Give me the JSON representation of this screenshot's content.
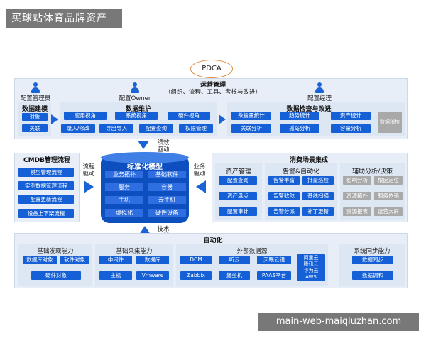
{
  "watermark_top": "买球站体育品牌资产",
  "watermark_bottom": "main-web-maiqiuzhan.com",
  "pdca": "PDCA",
  "ops": {
    "title": "运营管理",
    "subtitle": "（组织、流程、工具、考核与改进）",
    "roles": [
      "配置管理员",
      "配置Owner",
      "配置经理"
    ],
    "modeling": {
      "title": "数据建模",
      "items": [
        "对象",
        "关联"
      ]
    },
    "maintain": {
      "title": "数据维护",
      "row1": [
        "应用视角",
        "系统视角",
        "硬件视角"
      ],
      "row2": [
        "录入/修改",
        "导出导入",
        "配置查询",
        "权限管理"
      ]
    },
    "check": {
      "title": "数据检查与改进",
      "row1": [
        "数据量统计",
        "趋势统计",
        "资产统计"
      ],
      "row2": [
        "关联分析",
        "孤岛分析",
        "容量分析"
      ],
      "extra": "数据稽核"
    }
  },
  "drive": {
    "performance": "绩效\n驱动",
    "process": "流程\n驱动",
    "business": "业务\n驱动",
    "tech": "技术\n支撑"
  },
  "cmdb": {
    "title": "CMDB管理流程",
    "items": [
      "模型管理流程",
      "实例数据管理流程",
      "配置更新流程",
      "设备上下架流程"
    ]
  },
  "model": {
    "title": "标准化模型",
    "items": [
      "业务拓扑",
      "基础软件",
      "服务",
      "容器",
      "主机",
      "云主机",
      "虚拟化",
      "硬件设备"
    ]
  },
  "consume": {
    "title": "消费场景集成",
    "asset": {
      "title": "资产管理",
      "items": [
        "配置查询",
        "资产盘点",
        "配置审计"
      ]
    },
    "alarm": {
      "title": "告警&自动化",
      "items": [
        "告警丰富",
        "批量巡检",
        "告警收敛",
        "基线扫描",
        "告警分派",
        "补丁更新"
      ]
    },
    "aux": {
      "title": "辅助分析/决策",
      "items": [
        "影响分析",
        "根因定位",
        "资源拓扑",
        "服务依赖",
        "资源报表",
        "运营大屏"
      ]
    }
  },
  "auto": {
    "title": "自动化",
    "discover": {
      "title": "基础发现能力",
      "items": [
        "数据库对象",
        "软件对象",
        "硬件对象"
      ]
    },
    "collect": {
      "title": "基础采集能力",
      "items": [
        "中间件",
        "数据库",
        "主机",
        "Vmware"
      ]
    },
    "external": {
      "title": "外部数据源",
      "items": [
        "DCM",
        "听云",
        "天眼云镜",
        "阿里云\n腾讯云\n华为云\nAWS",
        "Zabbix",
        "堡垒机",
        "PAAS平台"
      ]
    },
    "sync": {
      "title": "系统同步能力",
      "items": [
        "数据同步",
        "数据调和"
      ]
    }
  }
}
